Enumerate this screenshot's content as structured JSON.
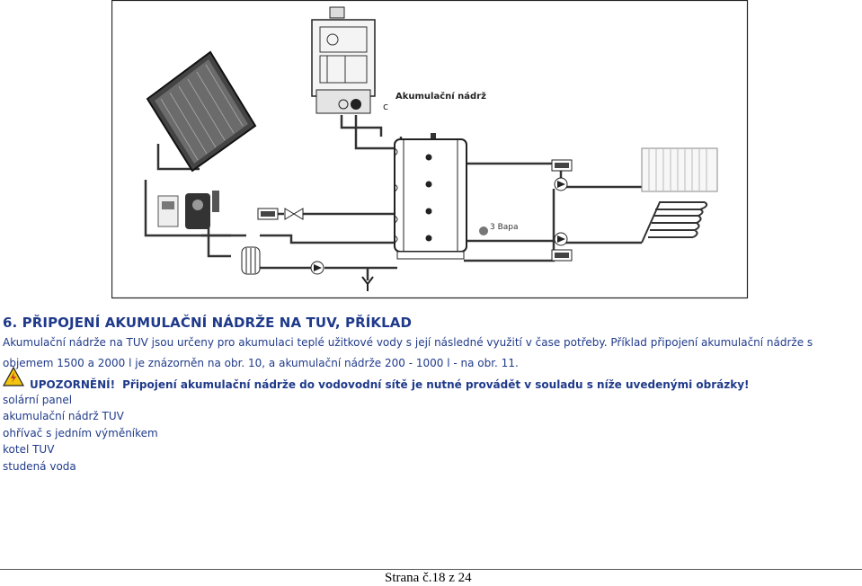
{
  "diagram": {
    "tank_label": "Akumulační nádrž",
    "expansion_label": "3 Bара"
  },
  "section": {
    "heading": "6. PŘIPOJENÍ AKUMULAČNÍ NÁDRŽE NA TUV, PŘÍKLAD",
    "paragraph": "Akumulační nádrže na TUV jsou určeny pro akumulaci teplé užitkové vody s její následné využití v čase potřeby. Příklad připojení akumulační nádrže s objemem 1500 a 2000 l je znázorněn na obr. 10, a akumulační nádrže 200 - 1000 l - na obr. 11."
  },
  "warning": {
    "label": "UPOZORNĚNÍ!",
    "text": "Připojení akumulační nádrže do vodovodní sítě je nutné provádět v souladu s níže uvedenými obrázky!"
  },
  "legend": [
    "solární panel",
    "akumulační nádrž TUV",
    "ohřívač s jedním výměníkem",
    "kotel  TUV",
    "studená voda"
  ],
  "footer": {
    "page": "Strana č.18 z 24"
  }
}
